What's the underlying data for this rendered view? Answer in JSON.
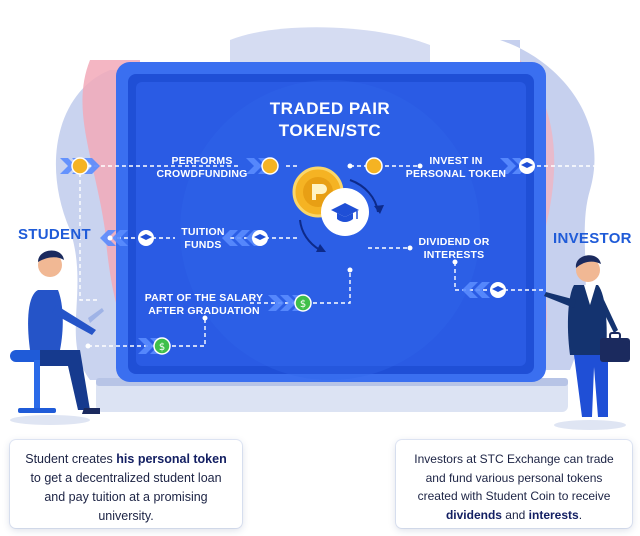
{
  "diagram": {
    "title_line1": "TRADED PAIR",
    "title_line2": "TOKEN/STC",
    "left_actor": "STUDENT",
    "right_actor": "INVESTOR",
    "flows": {
      "crowdfunding_line1": "PERFORMS",
      "crowdfunding_line2": "CROWDFUNDING",
      "tuition_line1": "TUITION",
      "tuition_line2": "FUNDS",
      "salary_line1": "PART OF THE SALARY",
      "salary_line2": "AFTER GRADUATION",
      "invest_line1": "INVEST IN",
      "invest_line2": "PERSONAL TOKEN",
      "dividend_line1": "DIVIDEND OR",
      "dividend_line2": "INTERESTS"
    }
  },
  "student_card": {
    "t1": "Student creates ",
    "b1": "his personal token",
    "t2": " to get a decentralized student loan and pay tuition at a promising university."
  },
  "investor_card": {
    "t1": "Investors at STC Exchange can trade and fund various personal tokens created with Student Coin to receive ",
    "b1": "dividends",
    "t2": " and ",
    "b2": "interests",
    "t3": "."
  },
  "colors": {
    "screen": "#1f4fd6",
    "screen_inner": "#2d5fe8",
    "accent_blue": "#1f5bd8",
    "coin_gold": "#f5b323",
    "coin_green": "#3fbf4a"
  },
  "icons": [
    "coin-icon",
    "graduation-cap-icon",
    "dollar-coin-icon",
    "chevron-arrows-icon",
    "refresh-arrows-icon"
  ]
}
